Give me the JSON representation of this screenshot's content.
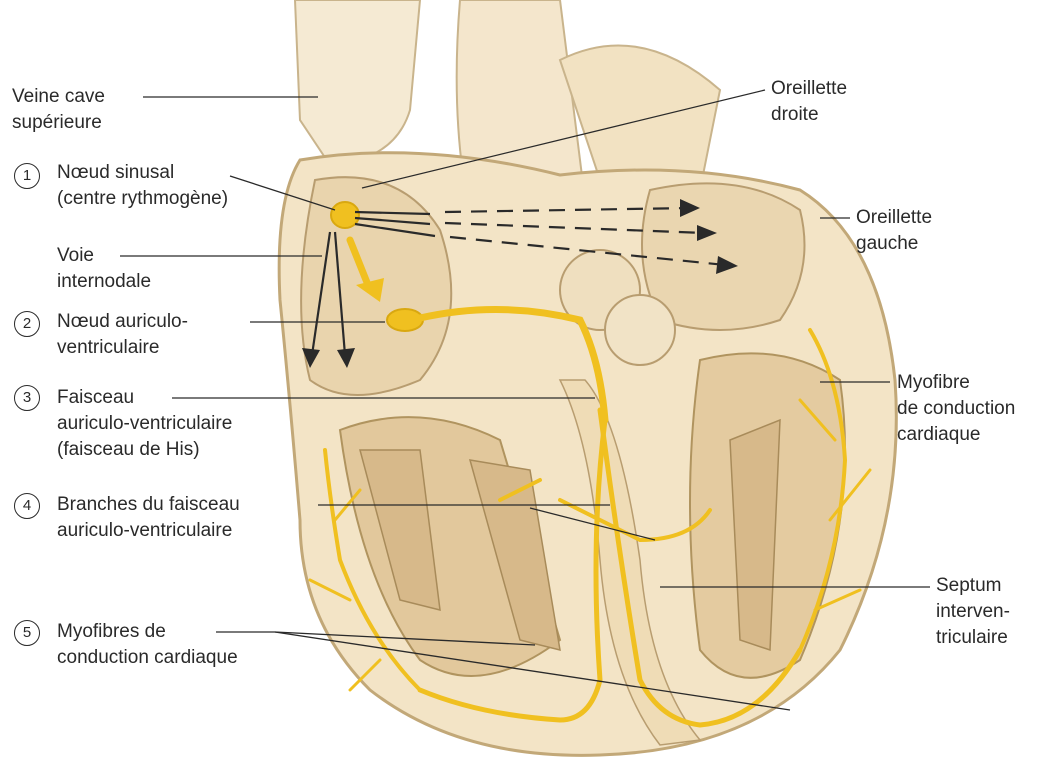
{
  "labels": {
    "veine_cave": [
      "Veine cave",
      "supérieure"
    ],
    "oreillette_droite": [
      "Oreillette",
      "droite"
    ],
    "noeud_sinusal": [
      "Nœud sinusal",
      "(centre rythmogène)"
    ],
    "oreillette_gauche": [
      "Oreillette",
      "gauche"
    ],
    "voie_internodale": [
      "Voie",
      "internodale"
    ],
    "noeud_av": [
      "Nœud auriculo-",
      "ventriculaire"
    ],
    "myofibre_droite": [
      "Myofibre",
      "de conduction",
      "cardiaque"
    ],
    "faisceau": [
      "Faisceau",
      "auriculo-ventriculaire",
      "(faisceau de His)"
    ],
    "branches": [
      "Branches du faisceau",
      "auriculo-ventriculaire"
    ],
    "septum": [
      "Septum",
      "interven-",
      "triculaire"
    ],
    "myofibres": [
      "Myofibres de",
      "conduction cardiaque"
    ]
  },
  "numbers": [
    "1",
    "2",
    "3",
    "4",
    "5"
  ],
  "colors": {
    "tissue": "#f3e4c6",
    "tissue_dark": "#cdb68d",
    "conduction": "#f0c020",
    "line": "#2a2a2a"
  }
}
